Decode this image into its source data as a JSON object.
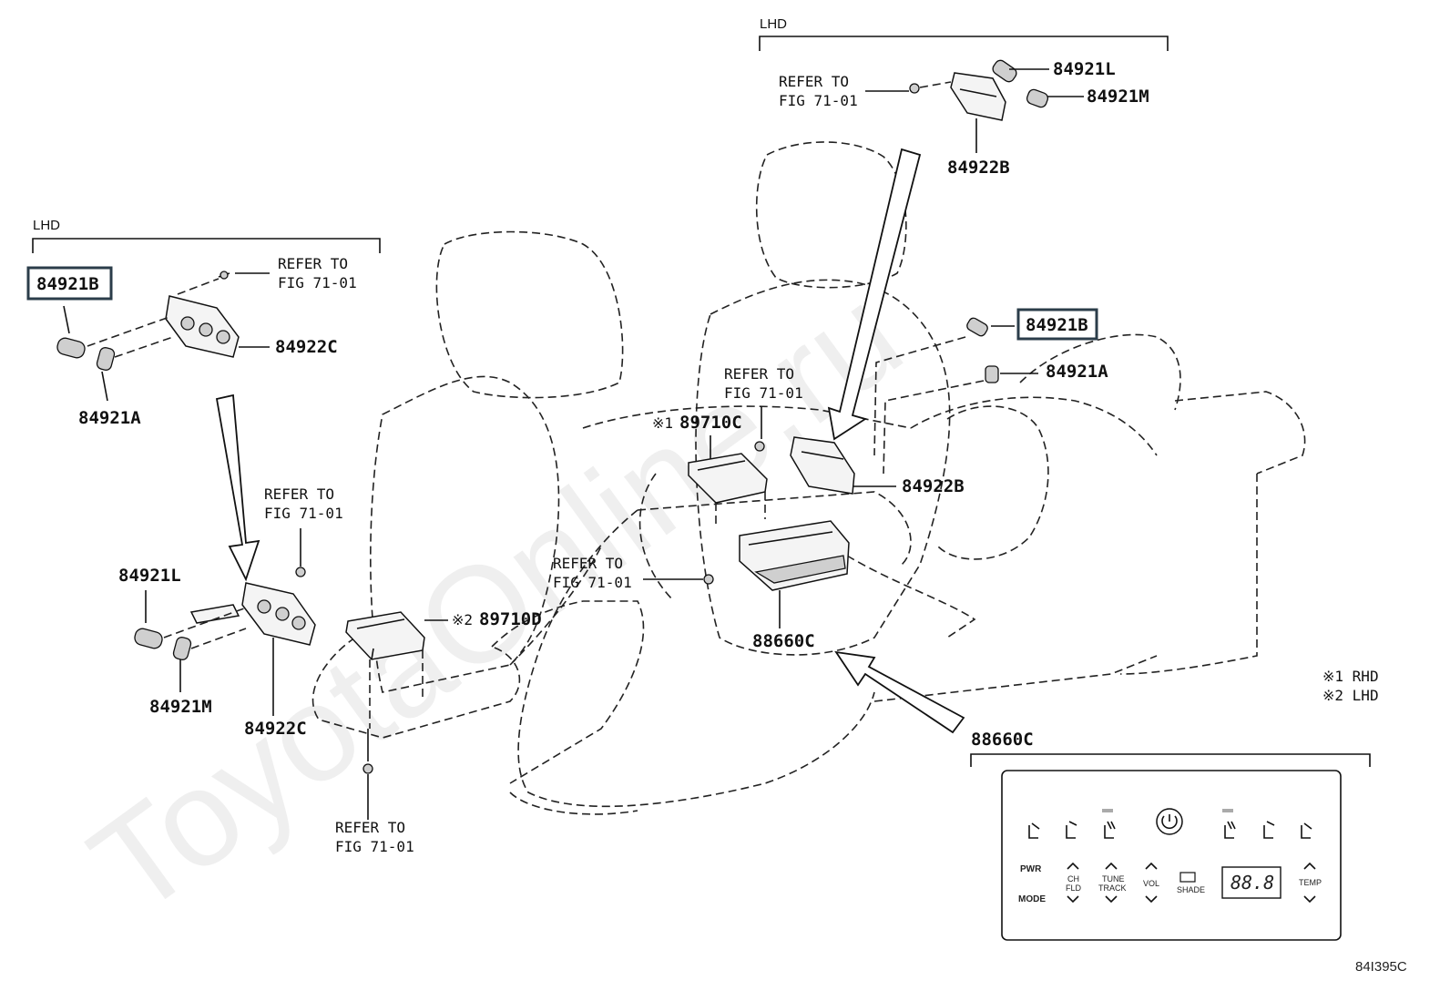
{
  "watermark": "ToyotaOnline.ru",
  "groups": {
    "lhd_left": "LHD",
    "lhd_top": "LHD"
  },
  "parts": {
    "p84921B_left": "84921B",
    "p84922C_top": "84922C",
    "p84921A_left": "84921A",
    "p84921L_left": "84921L",
    "p84921M_left": "84921M",
    "p84922C_bottom": "84922C",
    "p89710D": "89710D",
    "p89710C": "89710C",
    "p88660C_main": "88660C",
    "p88660C_detail": "88660C",
    "p84921L_top": "84921L",
    "p84921M_top": "84921M",
    "p84922B_top": "84922B",
    "p84921B_right": "84921B",
    "p84921A_right": "84921A",
    "p84922B_mid": "84922B"
  },
  "marks": {
    "m1": "※1",
    "m2": "※2"
  },
  "refer": {
    "line1": "REFER TO",
    "line2": "FIG 71-01"
  },
  "legend": {
    "item1": "※1 RHD",
    "item2": "※2 LHD"
  },
  "panel": {
    "pwr": "PWR",
    "mode": "MODE",
    "ch_fld_1": "CH",
    "ch_fld_2": "FLD",
    "tune_1": "TUNE",
    "tune_2": "TRACK",
    "vol": "VOL",
    "shade": "SHADE",
    "temp": "TEMP",
    "display": "88.8"
  },
  "figure_id": "84I395C"
}
